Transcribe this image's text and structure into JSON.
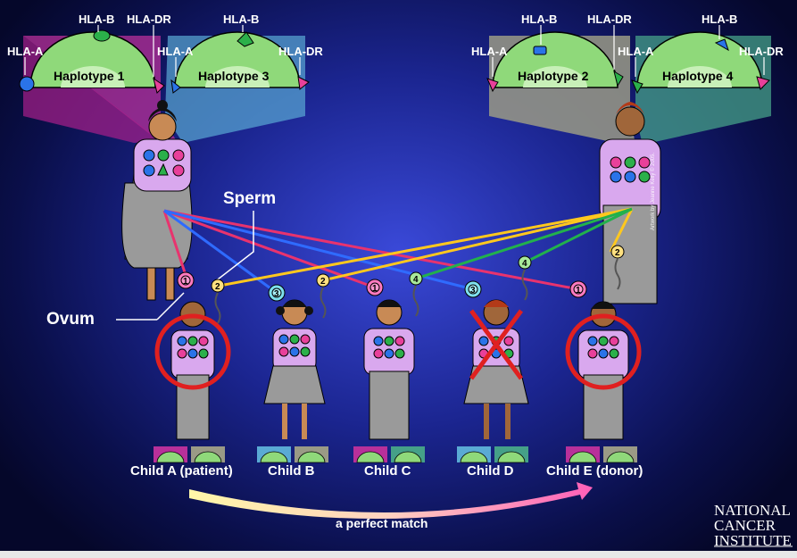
{
  "haplotypes": [
    {
      "label": "Haplotype 1"
    },
    {
      "label": "Haplotype 3"
    },
    {
      "label": "Haplotype 2"
    },
    {
      "label": "Haplotype 4"
    }
  ],
  "hla_labels": {
    "a": "HLA-A",
    "b": "HLA-B",
    "dr": "HLA-DR"
  },
  "labels": {
    "sperm": "Sperm",
    "ovum": "Ovum",
    "match": "a perfect match"
  },
  "children": [
    {
      "label": "Child A (patient)"
    },
    {
      "label": "Child B"
    },
    {
      "label": "Child C"
    },
    {
      "label": "Child D"
    },
    {
      "label": "Child E (donor)"
    }
  ],
  "gamete_numbers": [
    "1",
    "2",
    "3",
    "4"
  ],
  "credit": "Artwork by Jeanne Kelly © 2005.",
  "logo": {
    "line1": "NATIONAL",
    "line2": "CANCER",
    "line3": "INSTITUTE"
  },
  "colors": {
    "haplotype1": "#c0309a",
    "haplotype2": "#8e8e7a",
    "haplotype3": "#4ea0c8",
    "haplotype4": "#3a9a7a",
    "line_pink": "#e8336e",
    "line_blue": "#2f6bff",
    "line_green": "#22b14c",
    "line_yellow": "#ffc81e",
    "reject": "#e02020"
  }
}
